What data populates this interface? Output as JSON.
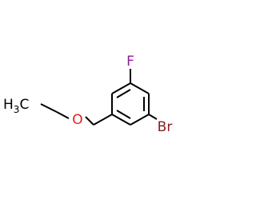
{
  "molecule": {
    "atoms": {
      "fluorine": {
        "symbol": "F",
        "color": "#8a2096"
      },
      "bromine": {
        "symbol": "Br",
        "color": "#8b1a1a"
      },
      "oxygen": {
        "symbol": "O",
        "color": "#e02020"
      },
      "methyl": {
        "symbol": "H",
        "subscript": "3",
        "tail": "C",
        "color": "#000000"
      }
    },
    "bond_color": "#000000"
  }
}
